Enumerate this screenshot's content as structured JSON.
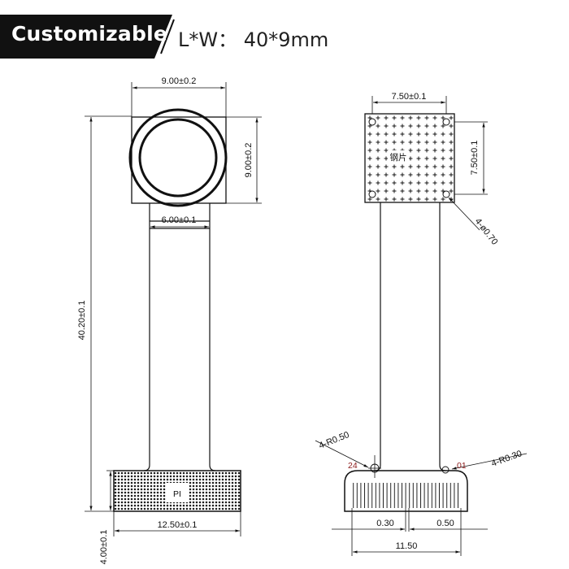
{
  "header": {
    "badge_label": "Customizable",
    "spec_text": "L*W： 40*9mm"
  },
  "left_view": {
    "module_width": "9.00±0.2",
    "module_height": "9.00±0.2",
    "flex_width": "6.00±0.1",
    "total_length": "40.20±0.1",
    "connector_label": "PI",
    "connector_width": "12.50±0.1",
    "connector_height": "4.00±0.1"
  },
  "right_view": {
    "plate_width": "7.50±0.1",
    "plate_height": "7.50±0.1",
    "plate_label": "钢片",
    "hole_callout": "4-ø0.70",
    "radius_left": "4-R0.50",
    "radius_right": "4-R0.30",
    "pin_last": "24",
    "pin_first": "01",
    "pitch_left": "0.30",
    "pitch_right": "0.50",
    "connector_width": "11.50"
  },
  "colors": {
    "badge_bg": "#111111",
    "pin_marker": "#8b1a1a"
  }
}
